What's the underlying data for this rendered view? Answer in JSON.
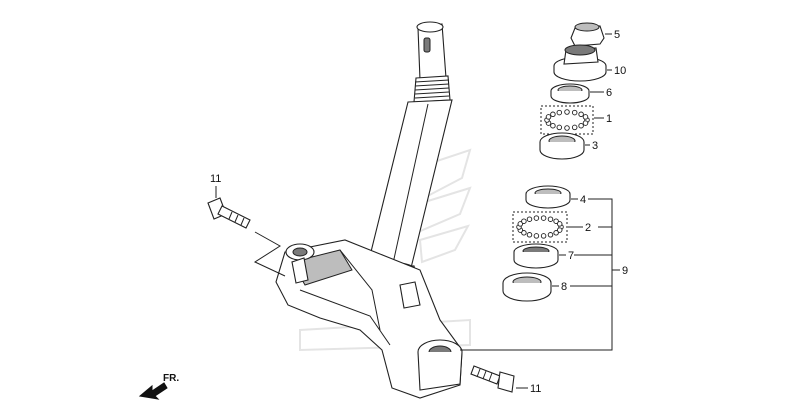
{
  "callouts": {
    "c5": "5",
    "c10": "10",
    "c6": "6",
    "c1": "1",
    "c3": "3",
    "c4": "4",
    "c2": "2",
    "c7": "7",
    "c8": "8",
    "c9": "9",
    "c11_top": "11",
    "c11_bottom": "11"
  },
  "direction_marker": "FR.",
  "colors": {
    "line": "#222222",
    "shade": "#bdbdbd",
    "watermark": "#e4e4e4"
  }
}
